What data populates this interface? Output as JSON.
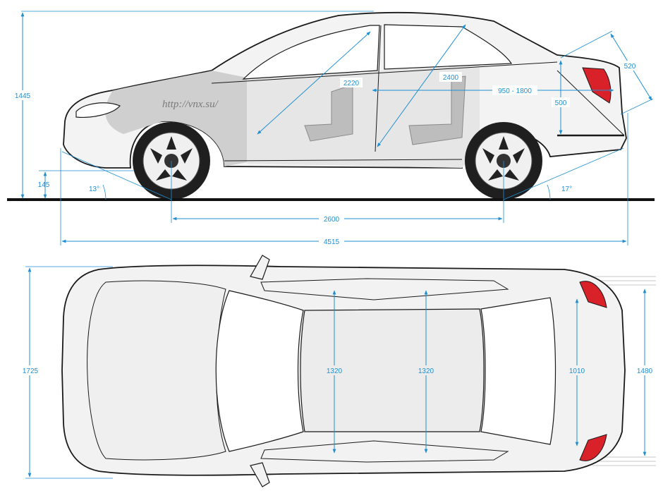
{
  "watermark": "http://vnx.su/",
  "side_view": {
    "height_label": "1445",
    "ground_clearance_label": "145",
    "approach_angle_label": "13°",
    "departure_angle_label": "17°",
    "wheelbase_label": "2600",
    "length_label": "4515",
    "front_headroom_label": "2220",
    "rear_headroom_label": "2400",
    "trunk_length_label": "950 - 1800",
    "trunk_height_label": "500",
    "trunk_opening_label": "520"
  },
  "top_view": {
    "width_label": "1725",
    "front_cabin_width_label": "1320",
    "rear_cabin_width_label": "1320",
    "trunk_width_label": "1010",
    "rear_track_label": "1480"
  },
  "colors": {
    "dimension": "#1f8fd1",
    "car_body": "#f2f2f2",
    "interior_shade": "#c8c8c8",
    "tail_light": "#d9212a",
    "ground": "#111111"
  }
}
